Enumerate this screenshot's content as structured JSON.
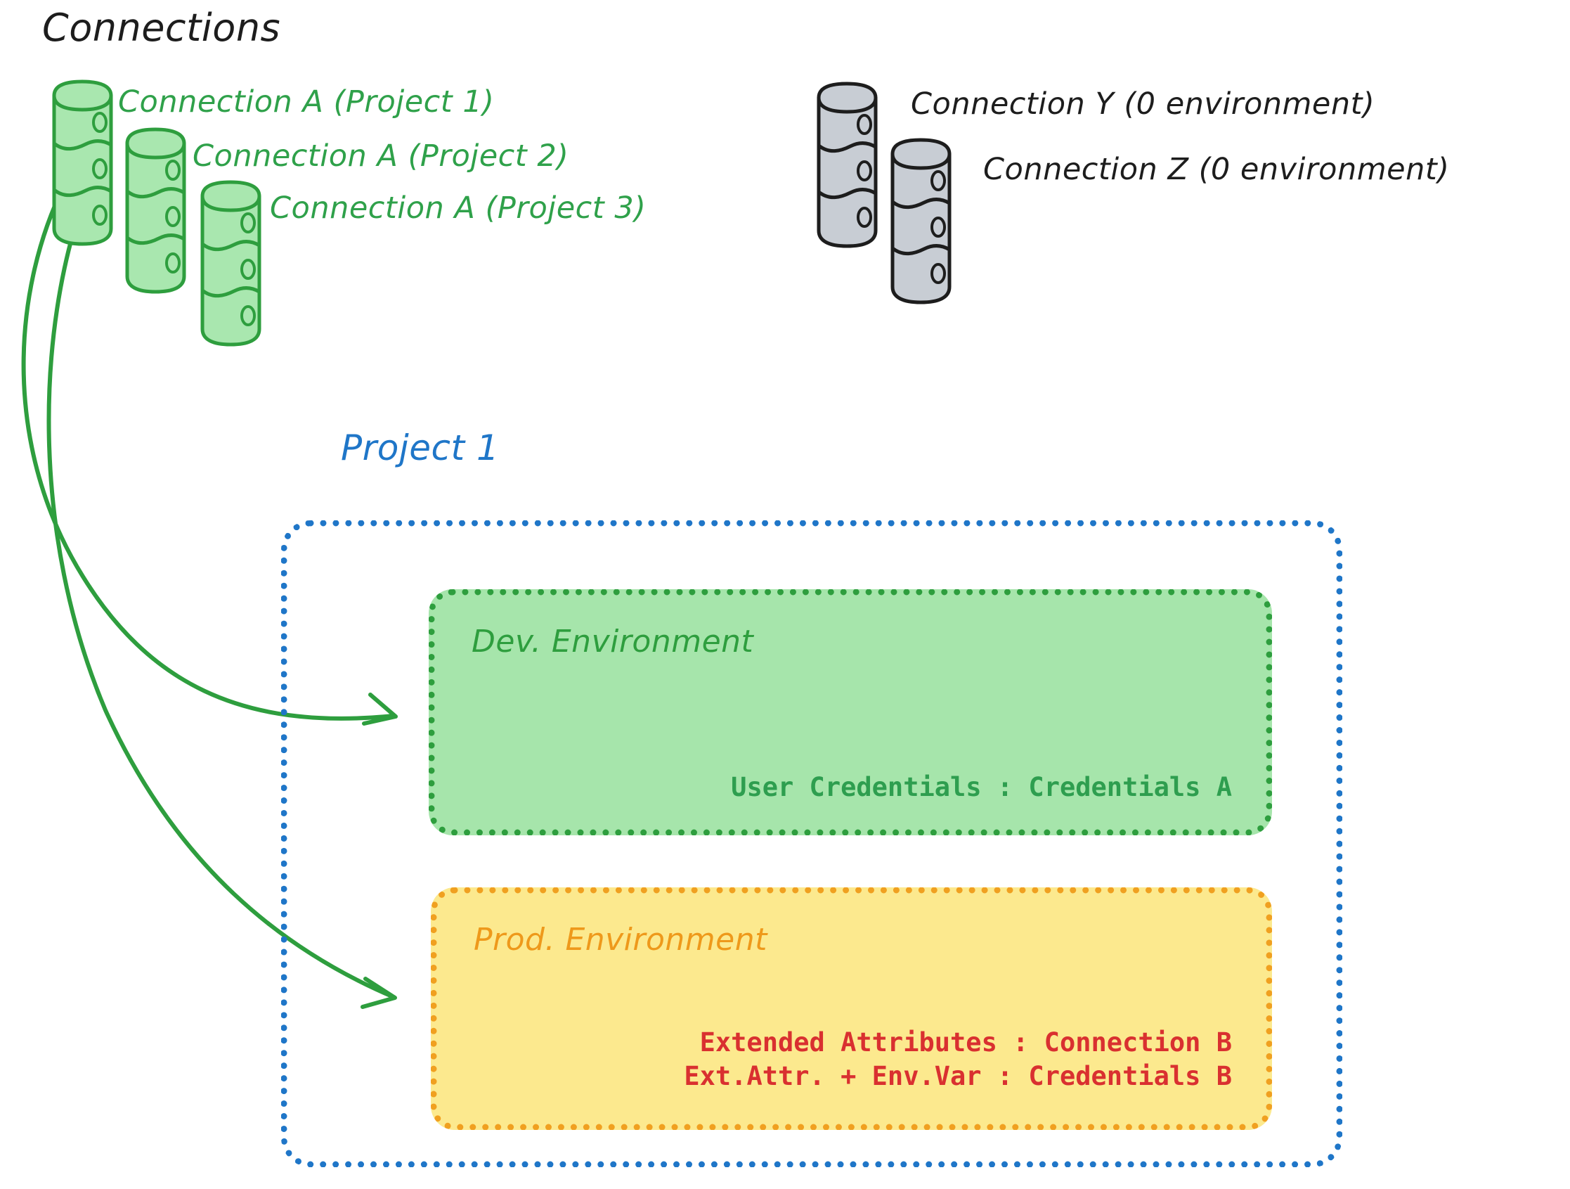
{
  "heading": {
    "text": "Connections"
  },
  "connections": {
    "green": [
      {
        "label": "Connection A (Project 1)",
        "icon": "database-cylinder-icon",
        "color": "#2FA14A"
      },
      {
        "label": "Connection A (Project 2)",
        "icon": "database-cylinder-icon",
        "color": "#2FA14A"
      },
      {
        "label": "Connection A (Project 3)",
        "icon": "database-cylinder-icon",
        "color": "#2FA14A"
      }
    ],
    "gray": [
      {
        "label": "Connection Y (0 environment)",
        "icon": "database-cylinder-icon",
        "color": "#1d1d1d"
      },
      {
        "label": "Connection Z (0 environment)",
        "icon": "database-cylinder-icon",
        "color": "#1d1d1d"
      }
    ]
  },
  "project": {
    "title": "Project 1",
    "color": "#1F76C8",
    "environments": [
      {
        "title": "Dev. Environment",
        "title_color": "#2E9E3E",
        "fill": "#A6E5AB",
        "border": "#2E9E3E",
        "lines": [
          "User Credentials : Credentials A"
        ]
      },
      {
        "title": "Prod. Environment",
        "title_color": "#EE991B",
        "fill": "#FCE98E",
        "border": "#F0A020",
        "lines": [
          "Extended Attributes : Connection B",
          "Ext.Attr. + Env.Var : Credentials B"
        ]
      }
    ]
  },
  "arrows": [
    {
      "from": "Connection A (Project 1)",
      "to": "Dev. Environment",
      "color": "#2E9E3E"
    },
    {
      "from": "Connection A (Project 1)",
      "to": "Prod. Environment",
      "color": "#2E9E3E"
    }
  ],
  "palette": {
    "green_stroke": "#2E9E3E",
    "green_fill": "#A6E5AB",
    "gray_fill": "#C8CDD4",
    "gray_stroke": "#1d1d1d",
    "blue": "#1F76C8",
    "orange": "#F0A020",
    "red": "#D93030"
  }
}
